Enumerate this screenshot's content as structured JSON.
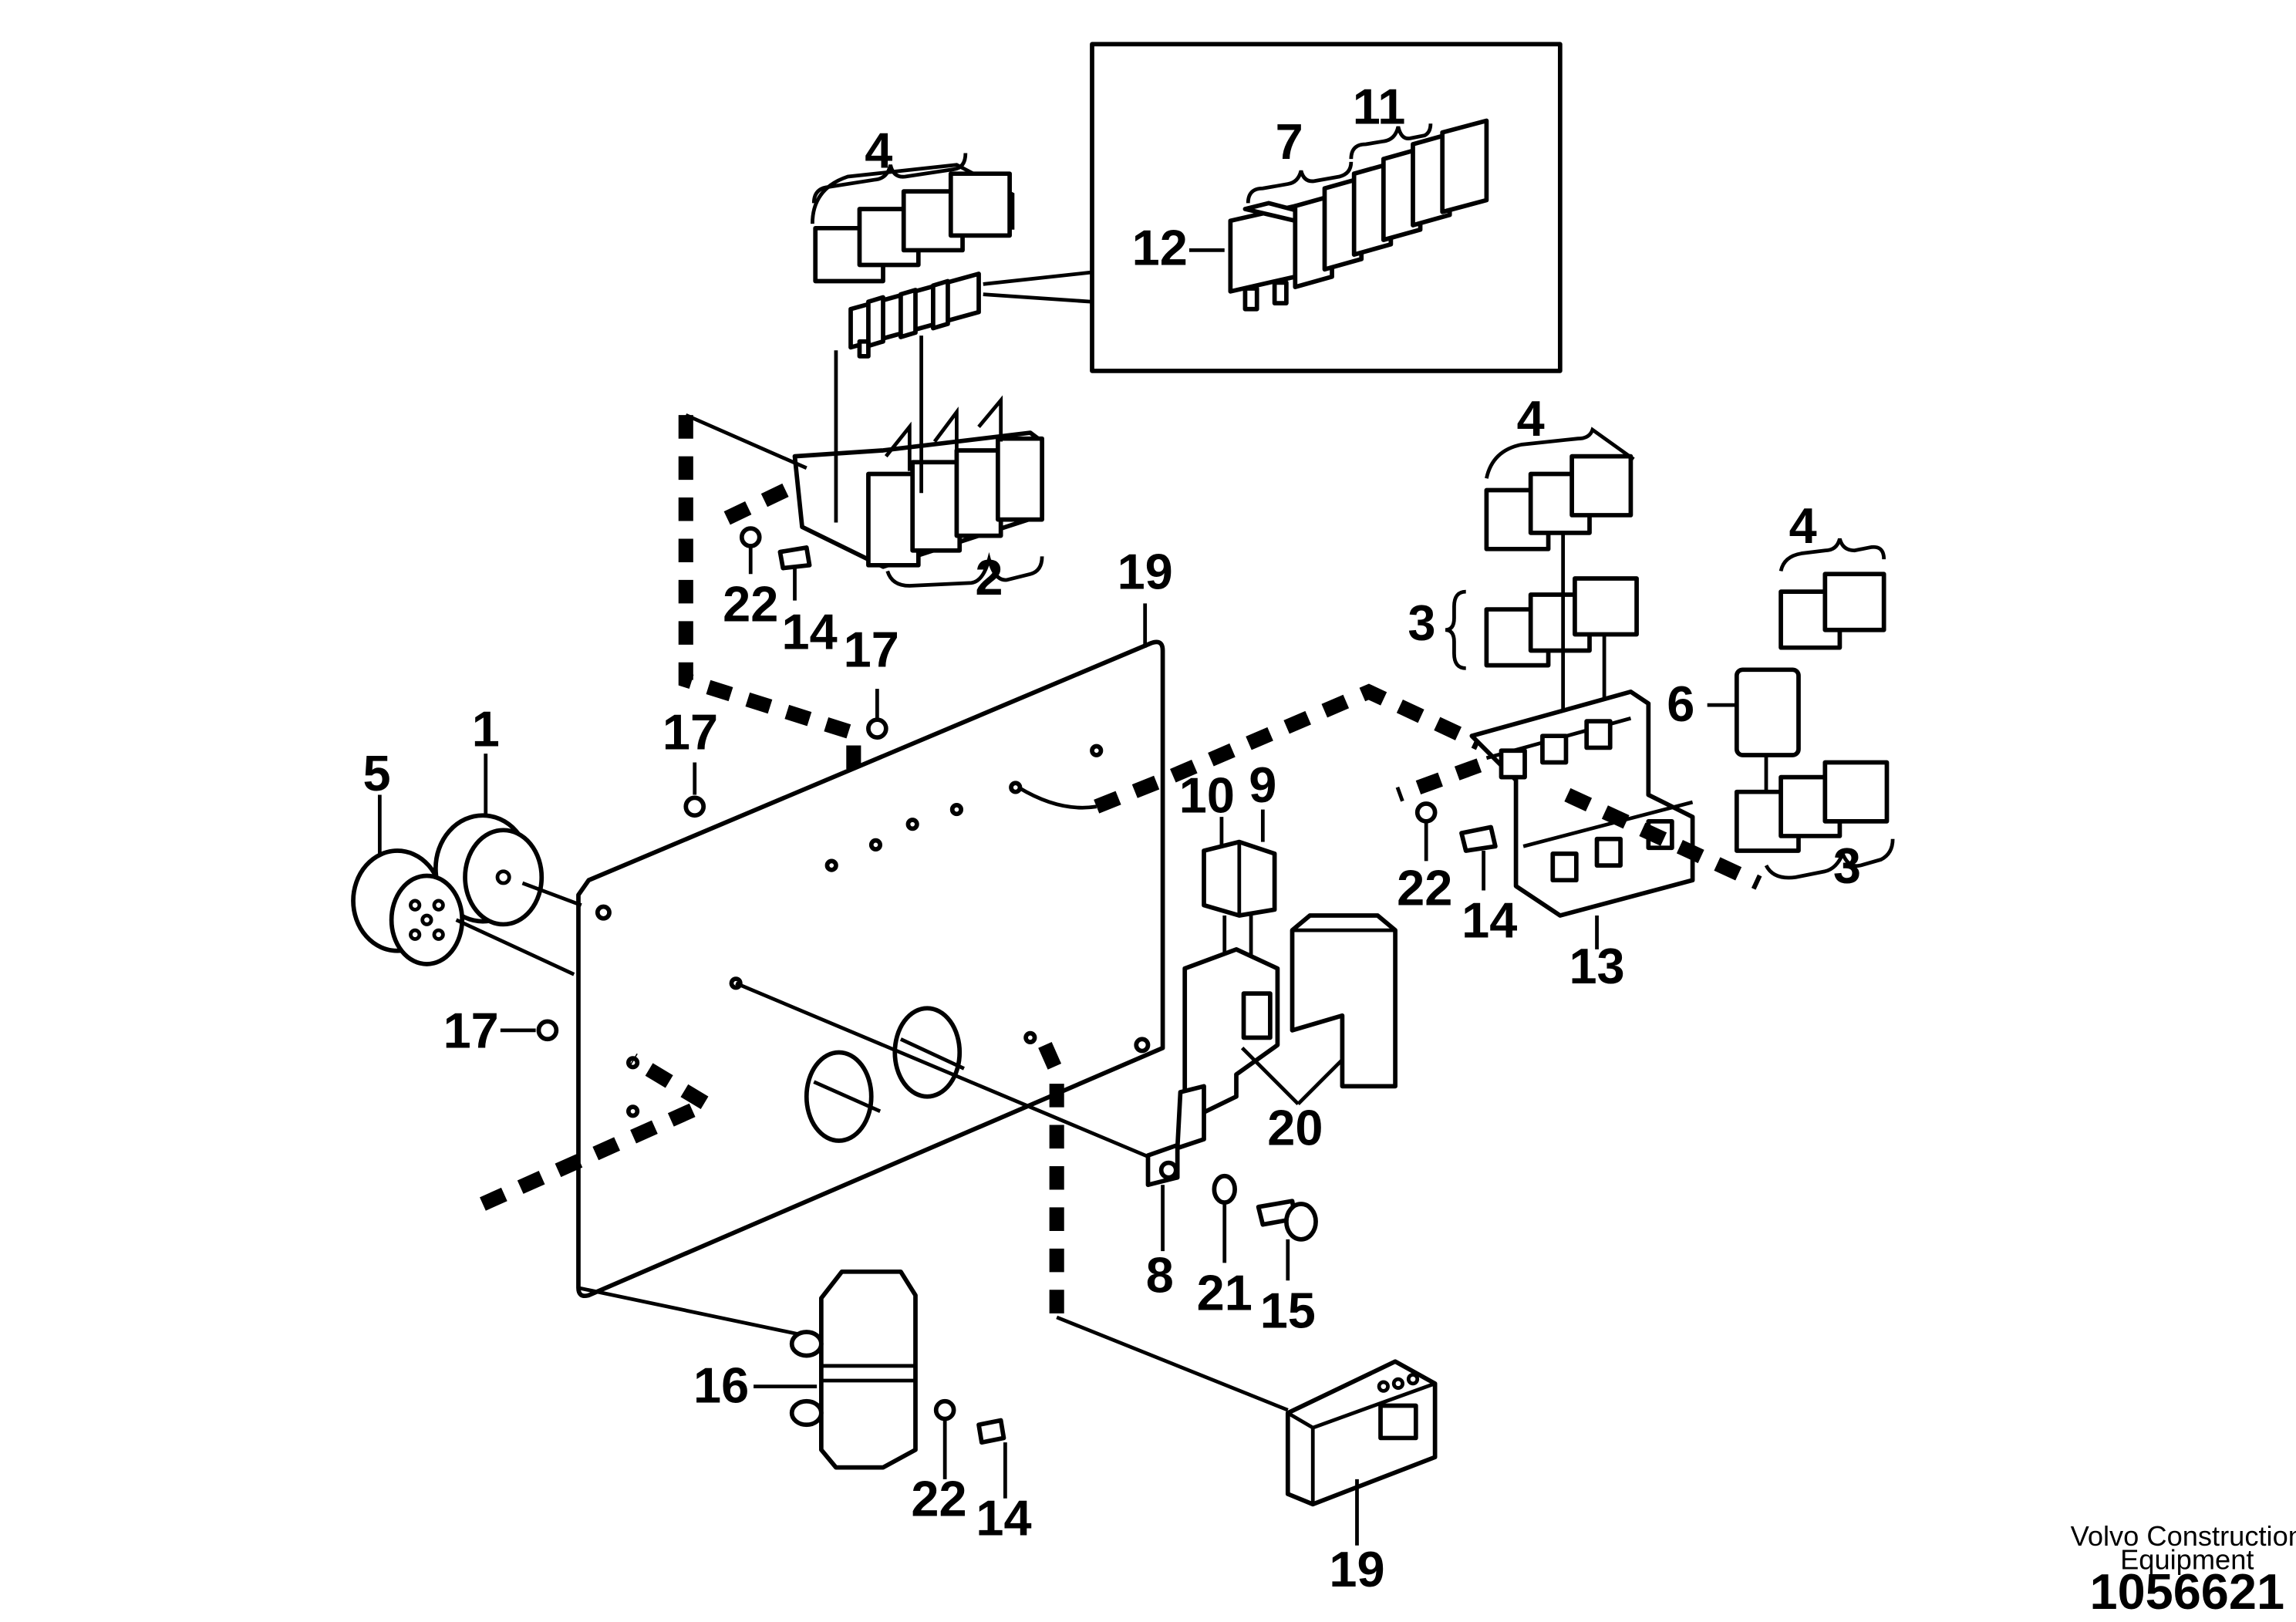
{
  "callouts": {
    "c1": "1",
    "c2": "2",
    "c3a": "3",
    "c3b": "3",
    "c4a": "4",
    "c4b": "4",
    "c4c": "4",
    "c5": "5",
    "c6": "6",
    "c7": "7",
    "c8": "8",
    "c9": "9",
    "c10": "10",
    "c11": "11",
    "c12": "12",
    "c13": "13",
    "c14a": "14",
    "c14b": "14",
    "c14c": "14",
    "c15": "15",
    "c16": "16",
    "c17a": "17",
    "c17b": "17",
    "c17c": "17",
    "c19a": "19",
    "c19b": "19",
    "c20": "20",
    "c21": "21",
    "c22a": "22",
    "c22b": "22",
    "c22c": "22"
  },
  "footer": {
    "brand_line1": "Volvo Construction",
    "brand_line2": "Equipment",
    "doc_number": "1056621"
  }
}
